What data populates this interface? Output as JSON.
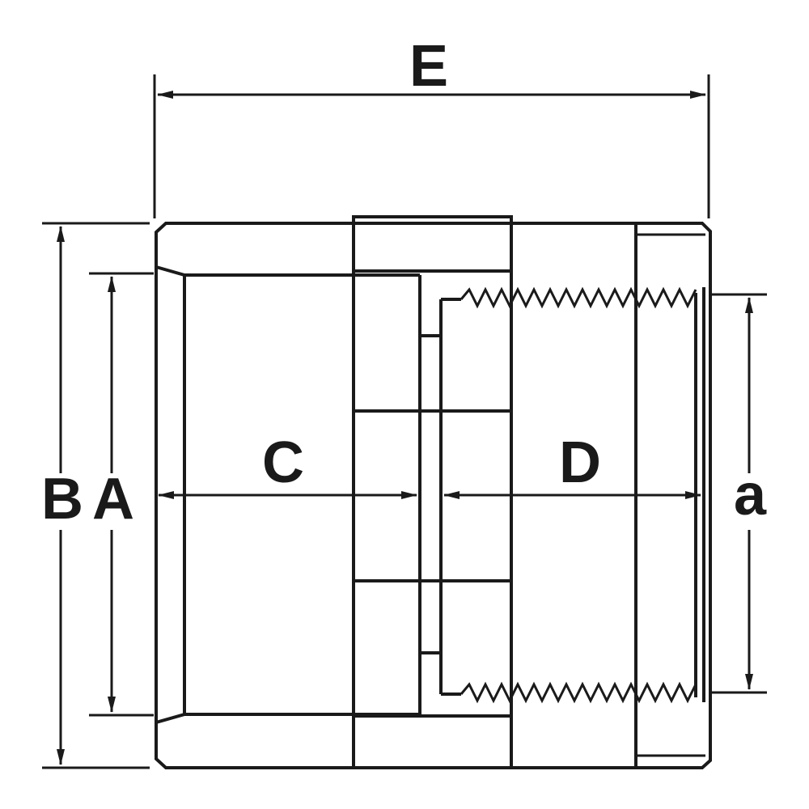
{
  "labels": {
    "E": "E",
    "B": "B",
    "A": "A",
    "C": "C",
    "D": "D",
    "a": "a"
  },
  "colors": {
    "line": "#1a1a1a",
    "background": "#ffffff"
  }
}
